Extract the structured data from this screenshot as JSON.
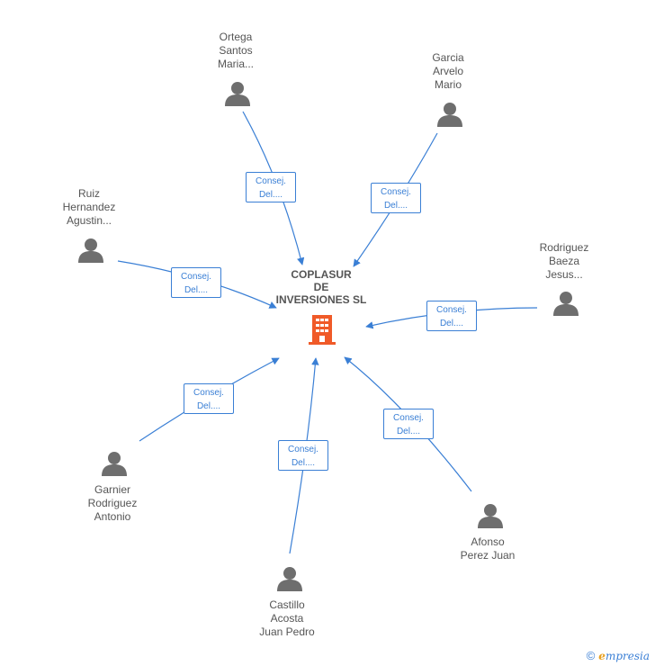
{
  "company": {
    "name_lines": [
      "COPLASUR",
      "DE",
      "INVERSIONES SL"
    ],
    "icon": "building-icon",
    "icon_color": "#f05a28"
  },
  "relation_label": [
    "Consej.",
    "Del...."
  ],
  "people": [
    {
      "id": "ortega",
      "lines": [
        "Ortega",
        "Santos",
        "Maria..."
      ],
      "icon": "person-icon"
    },
    {
      "id": "garcia",
      "lines": [
        "Garcia",
        "Arvelo",
        "Mario"
      ],
      "icon": "person-icon"
    },
    {
      "id": "ruiz",
      "lines": [
        "Ruiz",
        "Hernandez",
        "Agustin..."
      ],
      "icon": "person-icon"
    },
    {
      "id": "rodriguez",
      "lines": [
        "Rodriguez",
        "Baeza",
        "Jesus..."
      ],
      "icon": "person-icon"
    },
    {
      "id": "garnier",
      "lines": [
        "Garnier",
        "Rodriguez",
        "Antonio"
      ],
      "icon": "person-icon"
    },
    {
      "id": "castillo",
      "lines": [
        "Castillo",
        "Acosta",
        "Juan Pedro"
      ],
      "icon": "person-icon"
    },
    {
      "id": "afonso",
      "lines": [
        "Afonso",
        "Perez Juan"
      ],
      "icon": "person-icon"
    }
  ],
  "colors": {
    "edge": "#3a7fd5",
    "person": "#6e6e6e",
    "text": "#555555"
  },
  "footer": {
    "copyright": "©",
    "brand_initial": "e",
    "brand_rest": "mpresia"
  }
}
